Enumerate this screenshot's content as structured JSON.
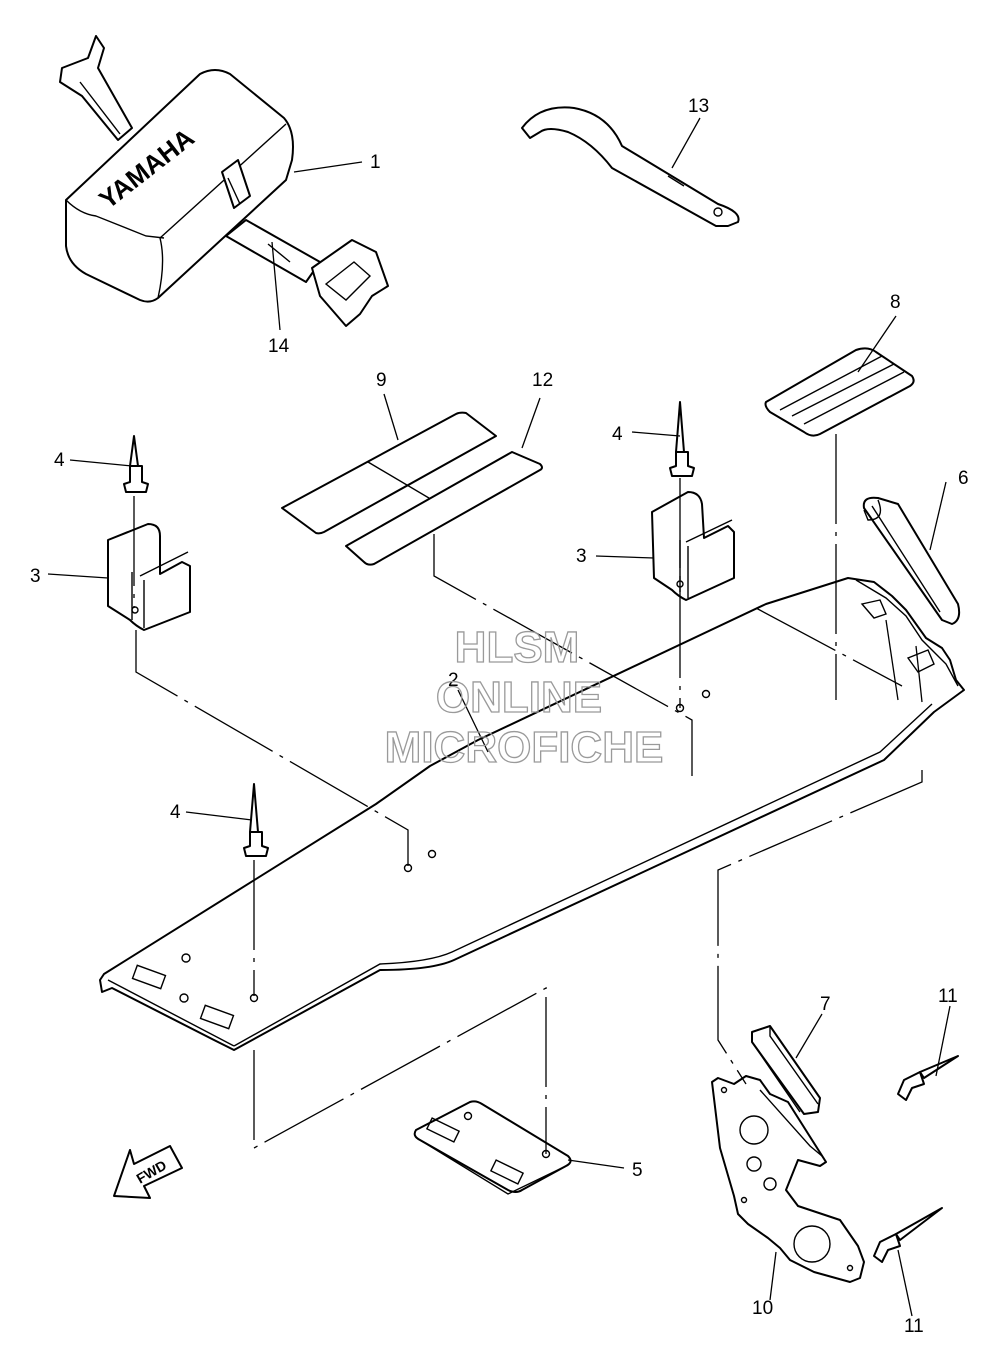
{
  "brand": "YAMAHA",
  "fwd_label": "FWD",
  "watermark": {
    "line1": "HLSM",
    "line2": "ONLINE",
    "line3": "MICROFICHE",
    "color": "#9a9a9a"
  },
  "callouts": {
    "c1": "1",
    "c2": "2",
    "c3a": "3",
    "c3b": "3",
    "c4a": "4",
    "c4b": "4",
    "c4c": "4",
    "c5": "5",
    "c6": "6",
    "c7": "7",
    "c8": "8",
    "c9": "9",
    "c10": "10",
    "c11a": "11",
    "c11b": "11",
    "c12": "12",
    "c13": "13",
    "c14": "14"
  }
}
